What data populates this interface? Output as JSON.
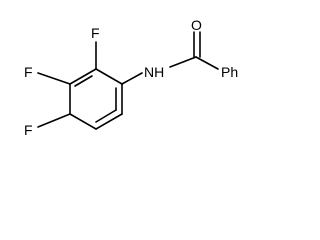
{
  "molecule": {
    "atoms": {
      "oxygen": "O",
      "nitrogen_hydrogen": "NH",
      "phenyl": "Ph",
      "fluorine_2": "F",
      "fluorine_3": "F",
      "fluorine_4": "F"
    },
    "colors": {
      "bond": "#000000",
      "label": "#000000",
      "background": "#ffffff"
    }
  }
}
